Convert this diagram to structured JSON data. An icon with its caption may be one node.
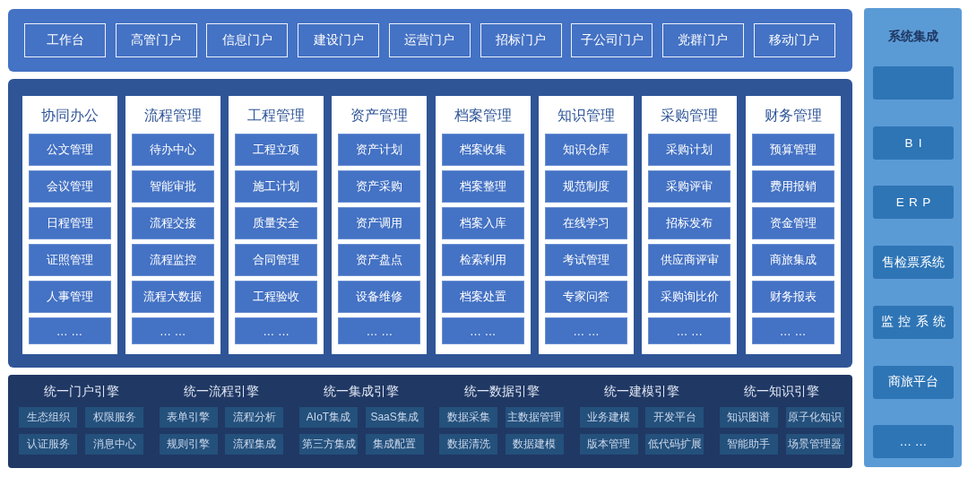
{
  "diagram": {
    "nodes": [
      {
        "text": [],
        "shape": "box"
      },
      {
        "text": [
          "工作台"
        ],
        "in": 0
      },
      {
        "text": [
          "高管门户"
        ],
        "in": 0
      },
      {
        "text": [
          "信息门户"
        ],
        "in": 0
      },
      {
        "text": [
          "建设门户"
        ],
        "in": 0
      },
      {
        "text": [
          "运营门户"
        ],
        "in": 0
      },
      {
        "text": [
          "招标门户"
        ],
        "in": 0
      },
      {
        "text": [
          "子公司门户"
        ],
        "in": 0
      },
      {
        "text": [
          "党群门户"
        ],
        "in": 0
      },
      {
        "text": [
          "移动门户"
        ],
        "in": 0
      },
      {
        "text": [],
        "shape": "box"
      },
      {
        "text": [
          "协同办公"
        ],
        "in": 10
      },
      {
        "text": [
          "公文管理"
        ],
        "in": 11
      },
      {
        "text": [
          "会议管理"
        ],
        "in": 11
      },
      {
        "text": [
          "日程管理"
        ],
        "in": 11
      },
      {
        "text": [
          "证照管理"
        ],
        "in": 11
      },
      {
        "text": [
          "人事管理"
        ],
        "in": 11
      },
      {
        "text": [
          "… …"
        ],
        "in": 11
      },
      {
        "text": [
          "流程管理"
        ],
        "in": 10
      },
      {
        "text": [
          "待办中心"
        ],
        "in": 18
      },
      {
        "text": [
          "智能审批"
        ],
        "in": 18
      },
      {
        "text": [
          "流程交接"
        ],
        "in": 18
      },
      {
        "text": [
          "流程监控"
        ],
        "in": 18
      },
      {
        "text": [
          "流程大数据"
        ],
        "in": 18
      },
      {
        "text": [
          "… …"
        ],
        "in": 18
      },
      {
        "text": [
          "工程管理"
        ],
        "in": 10
      },
      {
        "text": [
          "工程立项"
        ],
        "in": 25
      },
      {
        "text": [
          "施工计划"
        ],
        "in": 25
      },
      {
        "text": [
          "质量安全"
        ],
        "in": 25
      },
      {
        "text": [
          "合同管理"
        ],
        "in": 25
      },
      {
        "text": [
          "工程验收"
        ],
        "in": 25
      },
      {
        "text": [
          "… …"
        ],
        "in": 25
      },
      {
        "text": [
          "资产管理"
        ],
        "in": 10
      },
      {
        "text": [
          "资产计划"
        ],
        "in": 32
      },
      {
        "text": [
          "资产采购"
        ],
        "in": 32
      },
      {
        "text": [
          "资产调用"
        ],
        "in": 32
      },
      {
        "text": [
          "资产盘点"
        ],
        "in": 32
      },
      {
        "text": [
          "设备维修"
        ],
        "in": 32
      },
      {
        "text": [
          "… …"
        ],
        "in": 32
      },
      {
        "text": [
          "档案管理"
        ],
        "in": 10
      },
      {
        "text": [
          "档案收集"
        ],
        "in": 39
      },
      {
        "text": [
          "档案整理"
        ],
        "in": 39
      },
      {
        "text": [
          "档案入库"
        ],
        "in": 39
      },
      {
        "text": [
          "检索利用"
        ],
        "in": 39
      },
      {
        "text": [
          "档案处置"
        ],
        "in": 39
      },
      {
        "text": [
          "… …"
        ],
        "in": 39
      },
      {
        "text": [
          "知识管理"
        ],
        "in": 10
      },
      {
        "text": [
          "知识仓库"
        ],
        "in": 46
      },
      {
        "text": [
          "规范制度"
        ],
        "in": 46
      },
      {
        "text": [
          "在线学习"
        ],
        "in": 46
      },
      {
        "text": [
          "考试管理"
        ],
        "in": 46
      },
      {
        "text": [
          "专家问答"
        ],
        "in": 46
      },
      {
        "text": [
          "… …"
        ],
        "in": 46
      },
      {
        "text": [
          "采购管理"
        ],
        "in": 10
      },
      {
        "text": [
          "采购计划"
        ],
        "in": 53
      },
      {
        "text": [
          "采购评审"
        ],
        "in": 53
      },
      {
        "text": [
          "招标发布"
        ],
        "in": 53
      },
      {
        "text": [
          "供应商评审"
        ],
        "in": 53
      },
      {
        "text": [
          "采购询比价"
        ],
        "in": 53
      },
      {
        "text": [
          "… …"
        ],
        "in": 53
      },
      {
        "text": [
          "财务管理"
        ],
        "in": 10
      },
      {
        "text": [
          "预算管理"
        ],
        "in": 60
      },
      {
        "text": [
          "费用报销"
        ],
        "in": 60
      },
      {
        "text": [
          "资金管理"
        ],
        "in": 60
      },
      {
        "text": [
          "商旅集成"
        ],
        "in": 60
      },
      {
        "text": [
          "财务报表"
        ],
        "in": 60
      },
      {
        "text": [
          "… …"
        ],
        "in": 60
      },
      {
        "text": [
          "统一门户引擎",
          "统一流程引擎",
          "统一集成引擎",
          "统一数据引擎",
          "统一建模引擎",
          "统一知识引擎"
        ]
      },
      {
        "text": [
          "生态组织"
        ],
        "in": 67
      },
      {
        "text": [
          "权限服务"
        ],
        "in": 67
      },
      {
        "text": [
          "认证服务"
        ],
        "in": 67
      },
      {
        "text": [
          "消息中心"
        ],
        "in": 67
      },
      {
        "text": [
          "表单引擎"
        ],
        "in": 67
      },
      {
        "text": [
          "流程分析"
        ],
        "in": 67
      },
      {
        "text": [
          "规则引擎"
        ],
        "in": 67
      },
      {
        "text": [
          "流程集成"
        ],
        "in": 67
      },
      {
        "text": [
          "AIoT集成"
        ],
        "in": 67
      },
      {
        "text": [
          "SaaS集成"
        ],
        "in": 67
      },
      {
        "text": [
          "第三方集成"
        ],
        "in": 67
      },
      {
        "text": [
          "集成配置"
        ],
        "in": 67
      },
      {
        "text": [
          "数据采集"
        ],
        "in": 67
      },
      {
        "text": [
          "主数据管理"
        ],
        "in": 67
      },
      {
        "text": [
          "数据清洗"
        ],
        "in": 67
      },
      {
        "text": [
          "数据建模"
        ],
        "in": 67
      },
      {
        "text": [
          "业务建模"
        ],
        "in": 67
      },
      {
        "text": [
          "开发平台"
        ],
        "in": 67
      },
      {
        "text": [
          "版本管理"
        ],
        "in": 67
      },
      {
        "text": [
          "低代码扩展"
        ],
        "in": 67
      },
      {
        "text": [
          "知识图谱"
        ],
        "in": 67
      },
      {
        "text": [
          "原子化知识"
        ],
        "in": 67
      },
      {
        "text": [
          "智能助手"
        ],
        "in": 67
      },
      {
        "text": [
          "场景管理器"
        ],
        "in": 67
      },
      {
        "text": [
          "系统集成"
        ]
      },
      {
        "text": [],
        "shape": "box",
        "in": 92
      },
      {
        "text": [
          "BI"
        ],
        "in": 92
      },
      {
        "text": [
          "ERP"
        ],
        "in": 92
      },
      {
        "text": [
          "售检票系统"
        ],
        "in": 92
      },
      {
        "text": [
          "监控系统"
        ],
        "in": 92
      },
      {
        "text": [
          "商旅平台"
        ],
        "in": 92
      },
      {
        "text": [
          "… …"
        ],
        "in": 92
      }
    ]
  }
}
